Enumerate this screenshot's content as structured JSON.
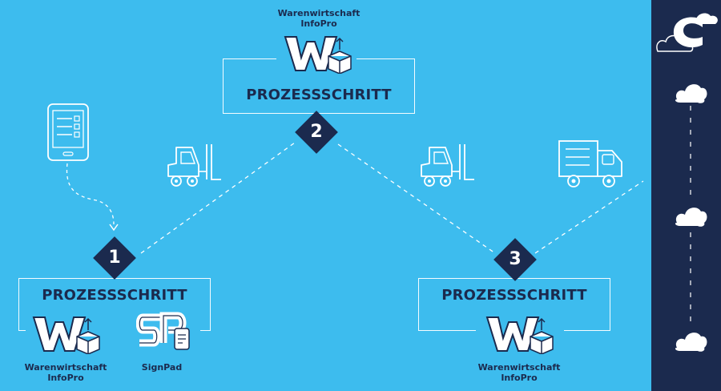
{
  "colors": {
    "background": "#3dbcee",
    "navy": "#1b2a4e",
    "line": "#ffffff"
  },
  "steps": [
    {
      "number": "1",
      "title": "PROZESSSCHRITT",
      "logos": [
        {
          "icon": "warenwirtschaft-logo-icon",
          "caption": [
            "Warenwirtschaft",
            "InfoPro"
          ]
        },
        {
          "icon": "signpad-logo-icon",
          "caption": [
            "SignPad"
          ]
        }
      ]
    },
    {
      "number": "2",
      "title": "PROZESSSCHRITT",
      "logos": [
        {
          "icon": "warenwirtschaft-logo-icon",
          "caption": [
            "Warenwirtschaft",
            "InfoPro"
          ]
        }
      ]
    },
    {
      "number": "3",
      "title": "PROZESSSCHRITT",
      "logos": [
        {
          "icon": "warenwirtschaft-logo-icon",
          "caption": [
            "Warenwirtschaft",
            "InfoPro"
          ]
        }
      ]
    }
  ],
  "illustrations": [
    "tablet-checklist-icon",
    "forklift-icon",
    "forklift-icon",
    "delivery-truck-icon"
  ],
  "sidebar": {
    "logo": "cloud-c-logo-icon",
    "nodes": [
      "cloud-icon",
      "cloud-icon",
      "cloud-icon"
    ]
  }
}
